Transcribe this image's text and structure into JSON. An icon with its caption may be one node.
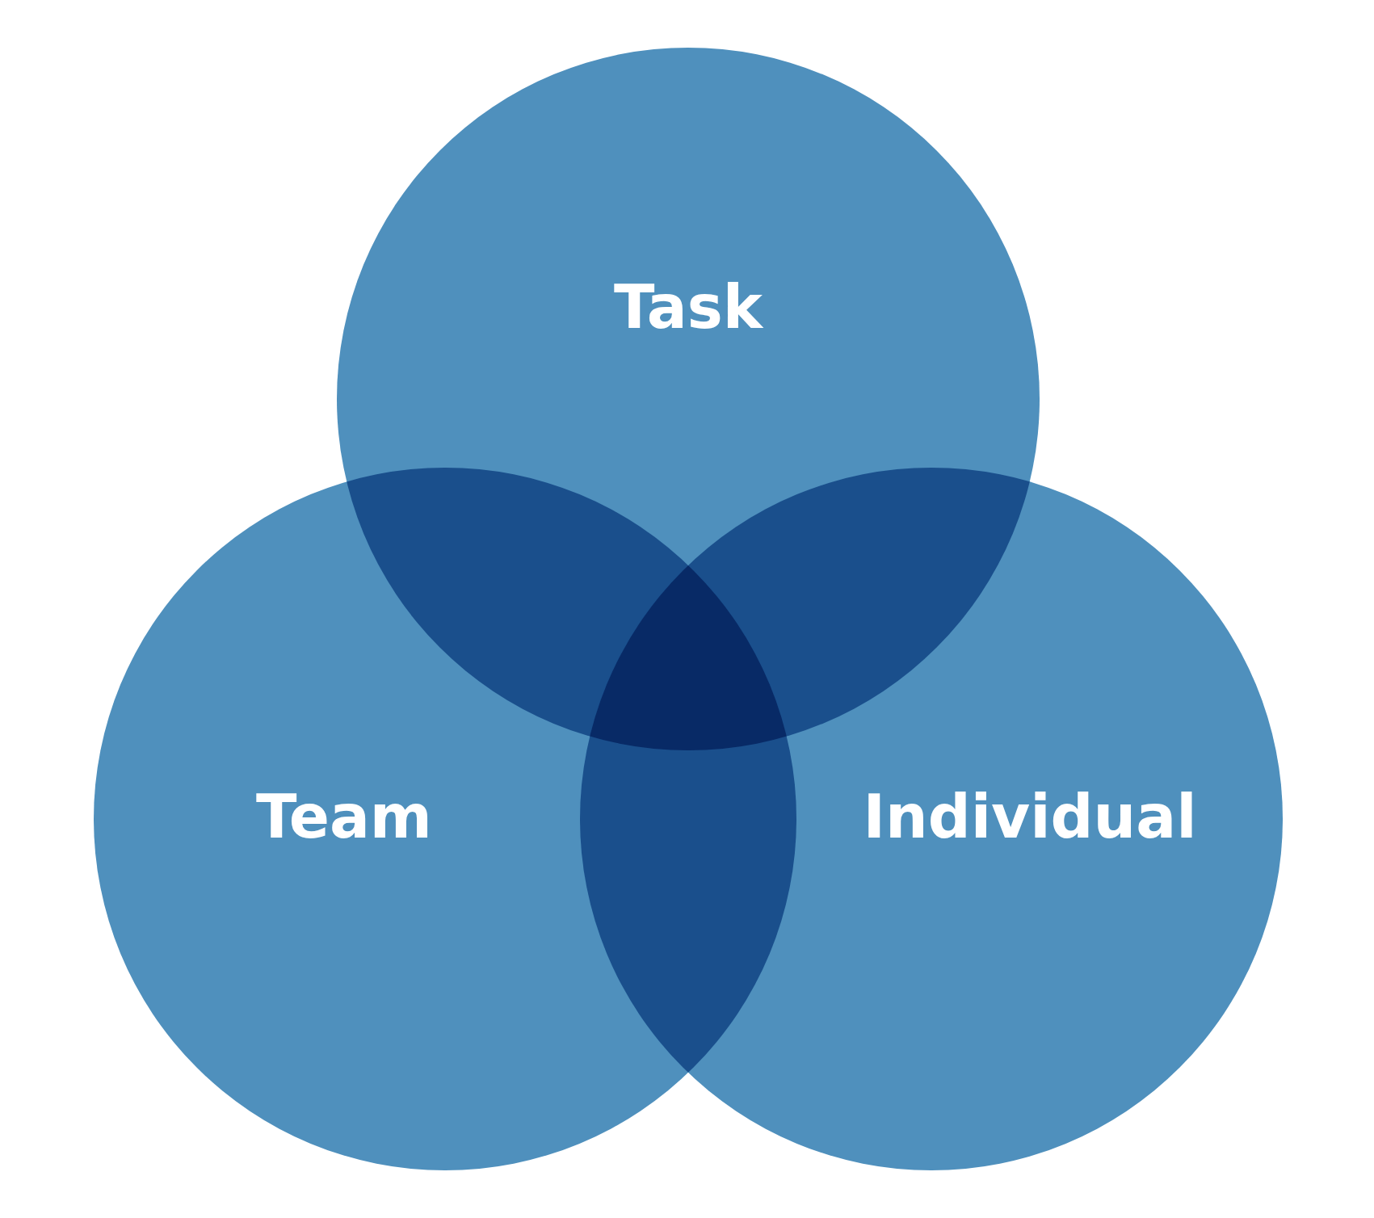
{
  "diagram": {
    "nodes": [
      {
        "text": [
          "Task"
        ]
      },
      {
        "text": [
          "Team"
        ]
      },
      {
        "text": [
          "Individual"
        ]
      }
    ],
    "edges": []
  }
}
